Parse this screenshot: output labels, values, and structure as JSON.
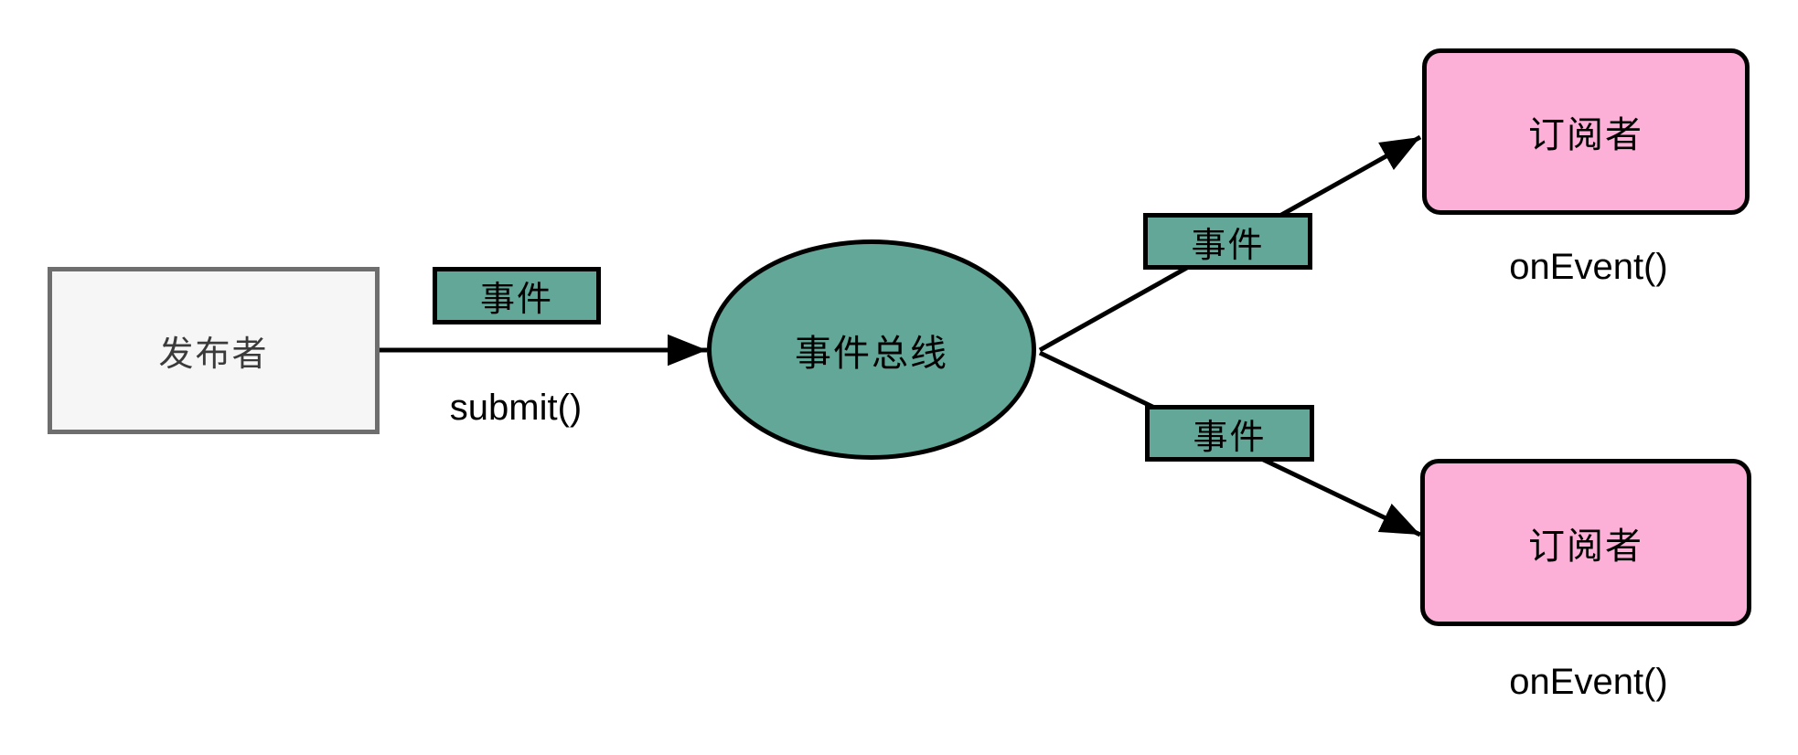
{
  "diagram": {
    "title": "event-bus-publish-subscribe",
    "publisher": {
      "label": "发布者",
      "method": "submit()"
    },
    "event_bus": {
      "label": "事件总线"
    },
    "subscribers": [
      {
        "label": "订阅者",
        "method": "onEvent()"
      },
      {
        "label": "订阅者",
        "method": "onEvent()"
      }
    ],
    "edges": {
      "publish": {
        "label": "事件"
      },
      "deliver_top": {
        "label": "事件"
      },
      "deliver_bottom": {
        "label": "事件"
      }
    },
    "colors": {
      "teal": "#63A799",
      "pink": "#FCAFD7",
      "publisher_fill": "#F6F6F6",
      "publisher_border": "#6E6E6E",
      "line": "#000000",
      "text_dark": "#3A3A3A"
    }
  }
}
